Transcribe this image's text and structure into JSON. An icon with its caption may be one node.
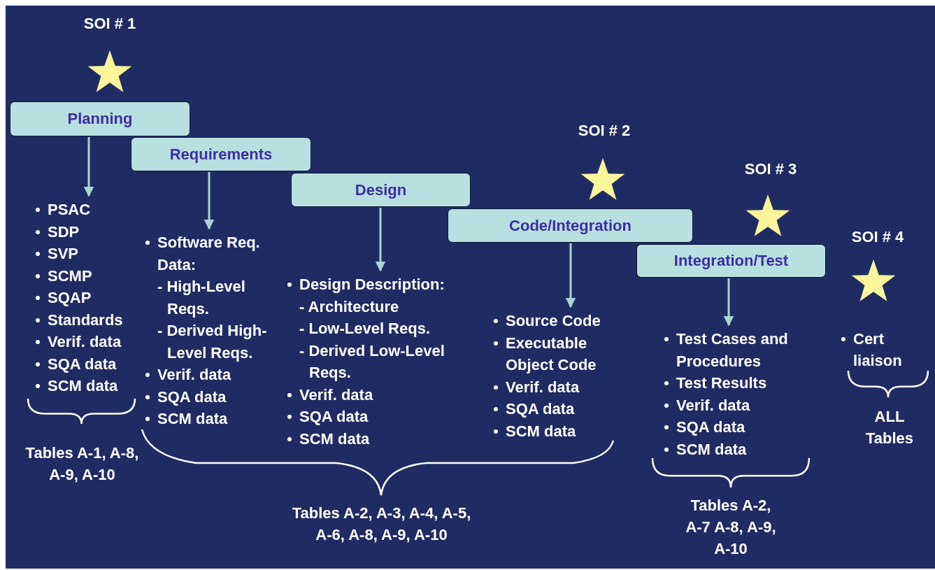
{
  "diagram": {
    "nodes": [
      {
        "text": [
          "Planning"
        ]
      },
      {
        "text": [
          "Requirements"
        ]
      },
      {
        "text": [
          "Design"
        ]
      },
      {
        "text": [
          "Code/Integration"
        ]
      },
      {
        "text": [
          "Integration/Test"
        ]
      },
      {
        "text": [
          "PSAC",
          "SDP",
          "SVP",
          "SCMP",
          "SQAP",
          "Standards",
          "Verif. data",
          "SQA data",
          "SCM data"
        ]
      },
      {
        "text": [
          "Software Req. Data:",
          "- High-Level Reqs.",
          "- Derived High-Level Reqs.",
          "Verif. data",
          "SQA data",
          "SCM data"
        ]
      },
      {
        "text": [
          "Design Description:",
          "- Architecture",
          "- Low-Level Reqs.",
          "- Derived Low-Level Reqs.",
          "Verif. data",
          "SQA data",
          "SCM data"
        ]
      },
      {
        "text": [
          "Source Code",
          "Executable Object Code",
          "Verif. data",
          "SQA data",
          "SCM data"
        ]
      },
      {
        "text": [
          "Test Cases and Procedures",
          "Test Results",
          "Verif. data",
          "SQA data",
          "SCM data"
        ]
      }
    ],
    "edges": [
      {
        "from": 0,
        "to": 5,
        "arrow": "to"
      },
      {
        "from": 1,
        "to": 6,
        "arrow": "to"
      },
      {
        "from": 2,
        "to": 7,
        "arrow": "to"
      },
      {
        "from": 3,
        "to": 8,
        "arrow": "to"
      },
      {
        "from": 4,
        "to": 9,
        "arrow": "to"
      }
    ],
    "labels": [
      "SOI # 1",
      "SOI # 2",
      "SOI # 3",
      "SOI # 4",
      "Cert liaison",
      "Tables A-1, A-8, A-9, A-10",
      "Tables A-2, A-3, A-4, A-5, A-6, A-8, A-9, A-10",
      "Tables A-2, A-7 A-8, A-9, A-10",
      "ALL Tables"
    ]
  }
}
